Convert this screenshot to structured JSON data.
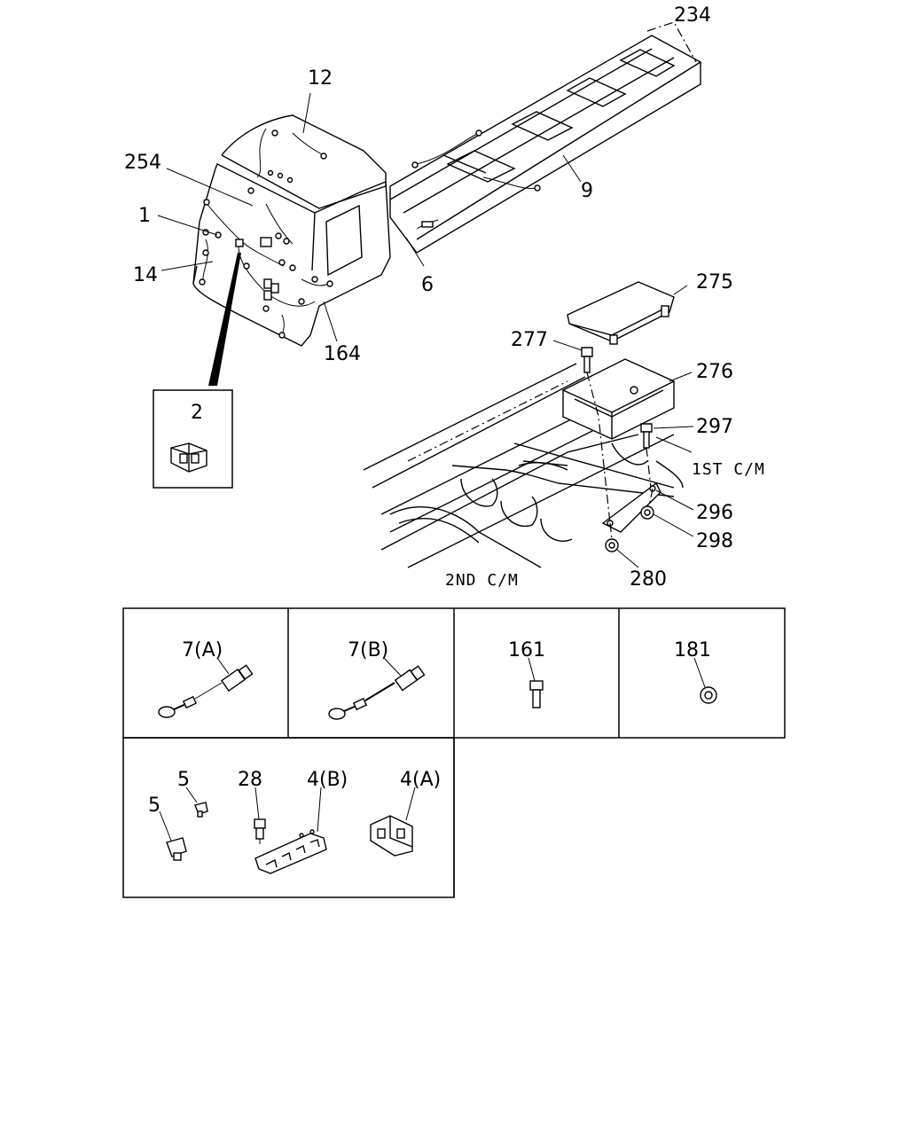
{
  "callouts": {
    "c234": "234",
    "c12": "12",
    "c254": "254",
    "c1": "1",
    "c9": "9",
    "c14": "14",
    "c6": "6",
    "c164": "164",
    "c275": "275",
    "c277": "277",
    "c276": "276",
    "c297": "297",
    "c2": "2",
    "c296": "296",
    "c298": "298",
    "c280": "280"
  },
  "labels": {
    "first_cm": "1ST C/M",
    "second_cm": "2ND C/M"
  },
  "table": {
    "cells": {
      "cell_7a": "7(A)",
      "cell_7b": "7(B)",
      "cell_161": "161",
      "cell_181": "181",
      "cell_5a": "5",
      "cell_5b": "5",
      "cell_28": "28",
      "cell_4b": "4(B)",
      "cell_4a": "4(A)"
    }
  }
}
